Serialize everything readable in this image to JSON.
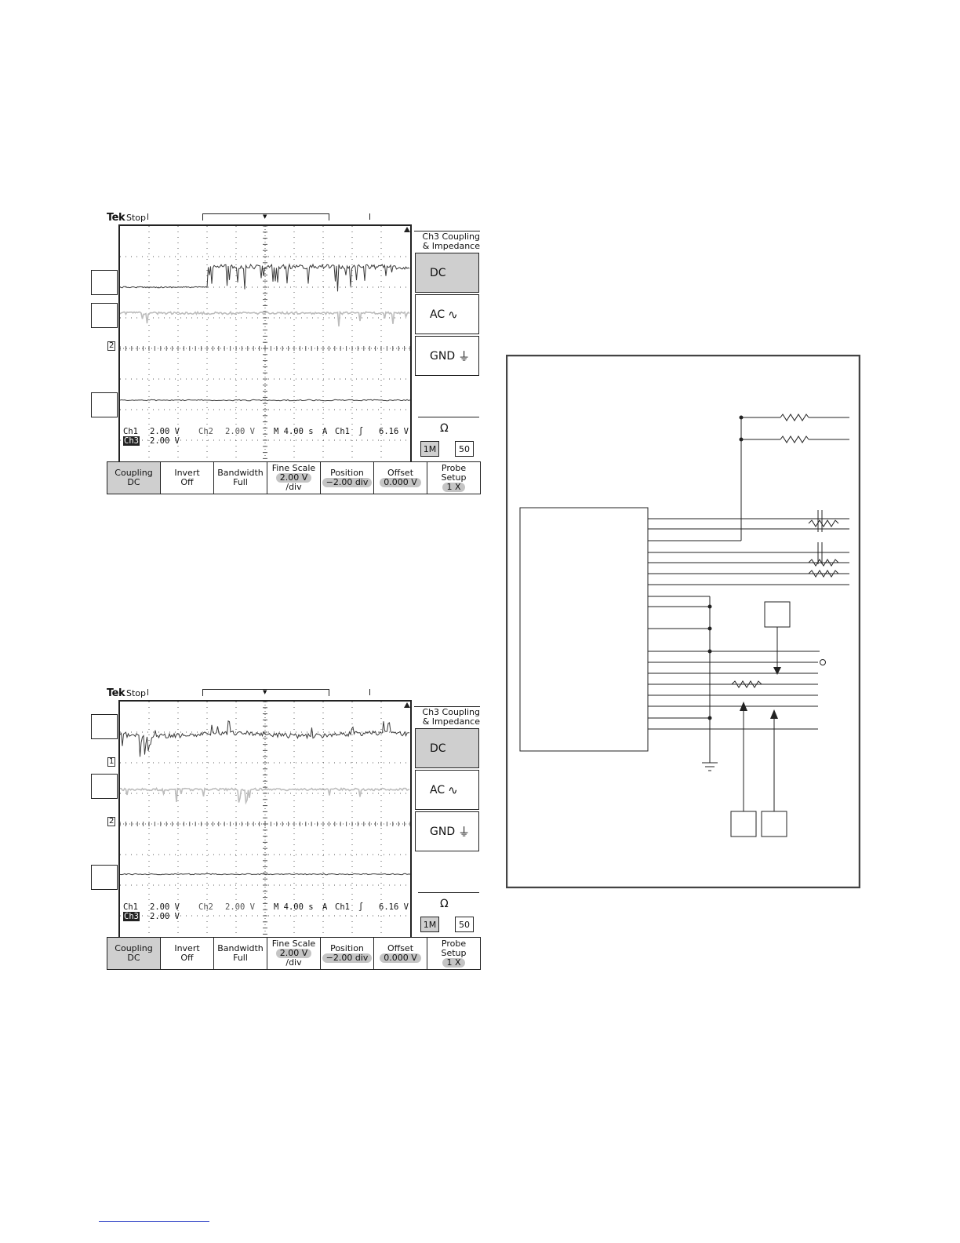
{
  "scopes": [
    {
      "id": "scope-a",
      "brand": "Tek",
      "status": "Stop",
      "side_title_line1": "Ch3 Coupling",
      "side_title_line2": "& Impedance",
      "side_buttons": [
        {
          "label": "DC",
          "glyph": "",
          "selected": true
        },
        {
          "label": "AC",
          "glyph": "∿",
          "selected": false
        },
        {
          "label": "GND",
          "glyph": "⏚",
          "selected": false
        }
      ],
      "impedance_label": "Ω",
      "impedance_options": [
        {
          "label": "1M",
          "selected": true
        },
        {
          "label": "50",
          "selected": false
        }
      ],
      "readout": {
        "ch1_label": "Ch1",
        "ch1_scale": "2.00 V",
        "ch2_label": "Ch2",
        "ch2_scale": "2.00 V",
        "timebase": "M 4.00 s",
        "trigger_mode": "A",
        "trigger_source": "Ch1",
        "trigger_slope": "∫",
        "trigger_level": "6.16 V",
        "ch3_label": "Ch3",
        "ch3_scale": "2.00 V"
      },
      "bottom_menu": [
        {
          "title": "Coupling",
          "value": "DC",
          "pill": false,
          "suffix": "",
          "selected": true
        },
        {
          "title": "Invert",
          "value": "Off",
          "pill": false,
          "suffix": "",
          "selected": false
        },
        {
          "title": "Bandwidth",
          "value": "Full",
          "pill": false,
          "suffix": "",
          "selected": false
        },
        {
          "title": "Fine Scale",
          "value": "2.00 V",
          "pill": true,
          "suffix": "/div",
          "selected": false
        },
        {
          "title": "Position",
          "value": "−2.00 div",
          "pill": true,
          "suffix": "",
          "selected": false
        },
        {
          "title": "Offset",
          "value": "0.000 V",
          "pill": true,
          "suffix": "",
          "selected": false
        },
        {
          "title": "Probe Setup",
          "value": "1 X",
          "pill": true,
          "suffix": "",
          "selected": false
        }
      ],
      "markers": [
        {
          "label": "2",
          "div": 4
        }
      ],
      "traces": {
        "color_dark": "#3a3a3a",
        "color_light": "#bdbdbd"
      }
    },
    {
      "id": "scope-b",
      "brand": "Tek",
      "status": "Stop",
      "side_title_line1": "Ch3 Coupling",
      "side_title_line2": "& Impedance",
      "side_buttons": [
        {
          "label": "DC",
          "glyph": "",
          "selected": true
        },
        {
          "label": "AC",
          "glyph": "∿",
          "selected": false
        },
        {
          "label": "GND",
          "glyph": "⏚",
          "selected": false
        }
      ],
      "impedance_label": "Ω",
      "impedance_options": [
        {
          "label": "1M",
          "selected": true
        },
        {
          "label": "50",
          "selected": false
        }
      ],
      "readout": {
        "ch1_label": "Ch1",
        "ch1_scale": "2.00 V",
        "ch2_label": "Ch2",
        "ch2_scale": "2.00 V",
        "timebase": "M 4.00 s",
        "trigger_mode": "A",
        "trigger_source": "Ch1",
        "trigger_slope": "∫",
        "trigger_level": "6.16 V",
        "ch3_label": "Ch3",
        "ch3_scale": "2.00 V"
      },
      "bottom_menu": [
        {
          "title": "Coupling",
          "value": "DC",
          "pill": false,
          "suffix": "",
          "selected": true
        },
        {
          "title": "Invert",
          "value": "Off",
          "pill": false,
          "suffix": "",
          "selected": false
        },
        {
          "title": "Bandwidth",
          "value": "Full",
          "pill": false,
          "suffix": "",
          "selected": false
        },
        {
          "title": "Fine Scale",
          "value": "2.00 V",
          "pill": true,
          "suffix": "/div",
          "selected": false
        },
        {
          "title": "Position",
          "value": "−2.00 div",
          "pill": true,
          "suffix": "",
          "selected": false
        },
        {
          "title": "Offset",
          "value": "0.000 V",
          "pill": true,
          "suffix": "",
          "selected": false
        },
        {
          "title": "Probe Setup",
          "value": "1 X",
          "pill": true,
          "suffix": "",
          "selected": false
        }
      ],
      "markers": [
        {
          "label": "1",
          "div": 2
        },
        {
          "label": "2",
          "div": 4
        }
      ],
      "traces": {
        "color_dark": "#3a3a3a",
        "color_light": "#bdbdbd"
      }
    }
  ],
  "colors": {
    "selected_button": "#cfcfcf",
    "pill": "#c4c4c4",
    "footer_link": "#4455cc"
  }
}
